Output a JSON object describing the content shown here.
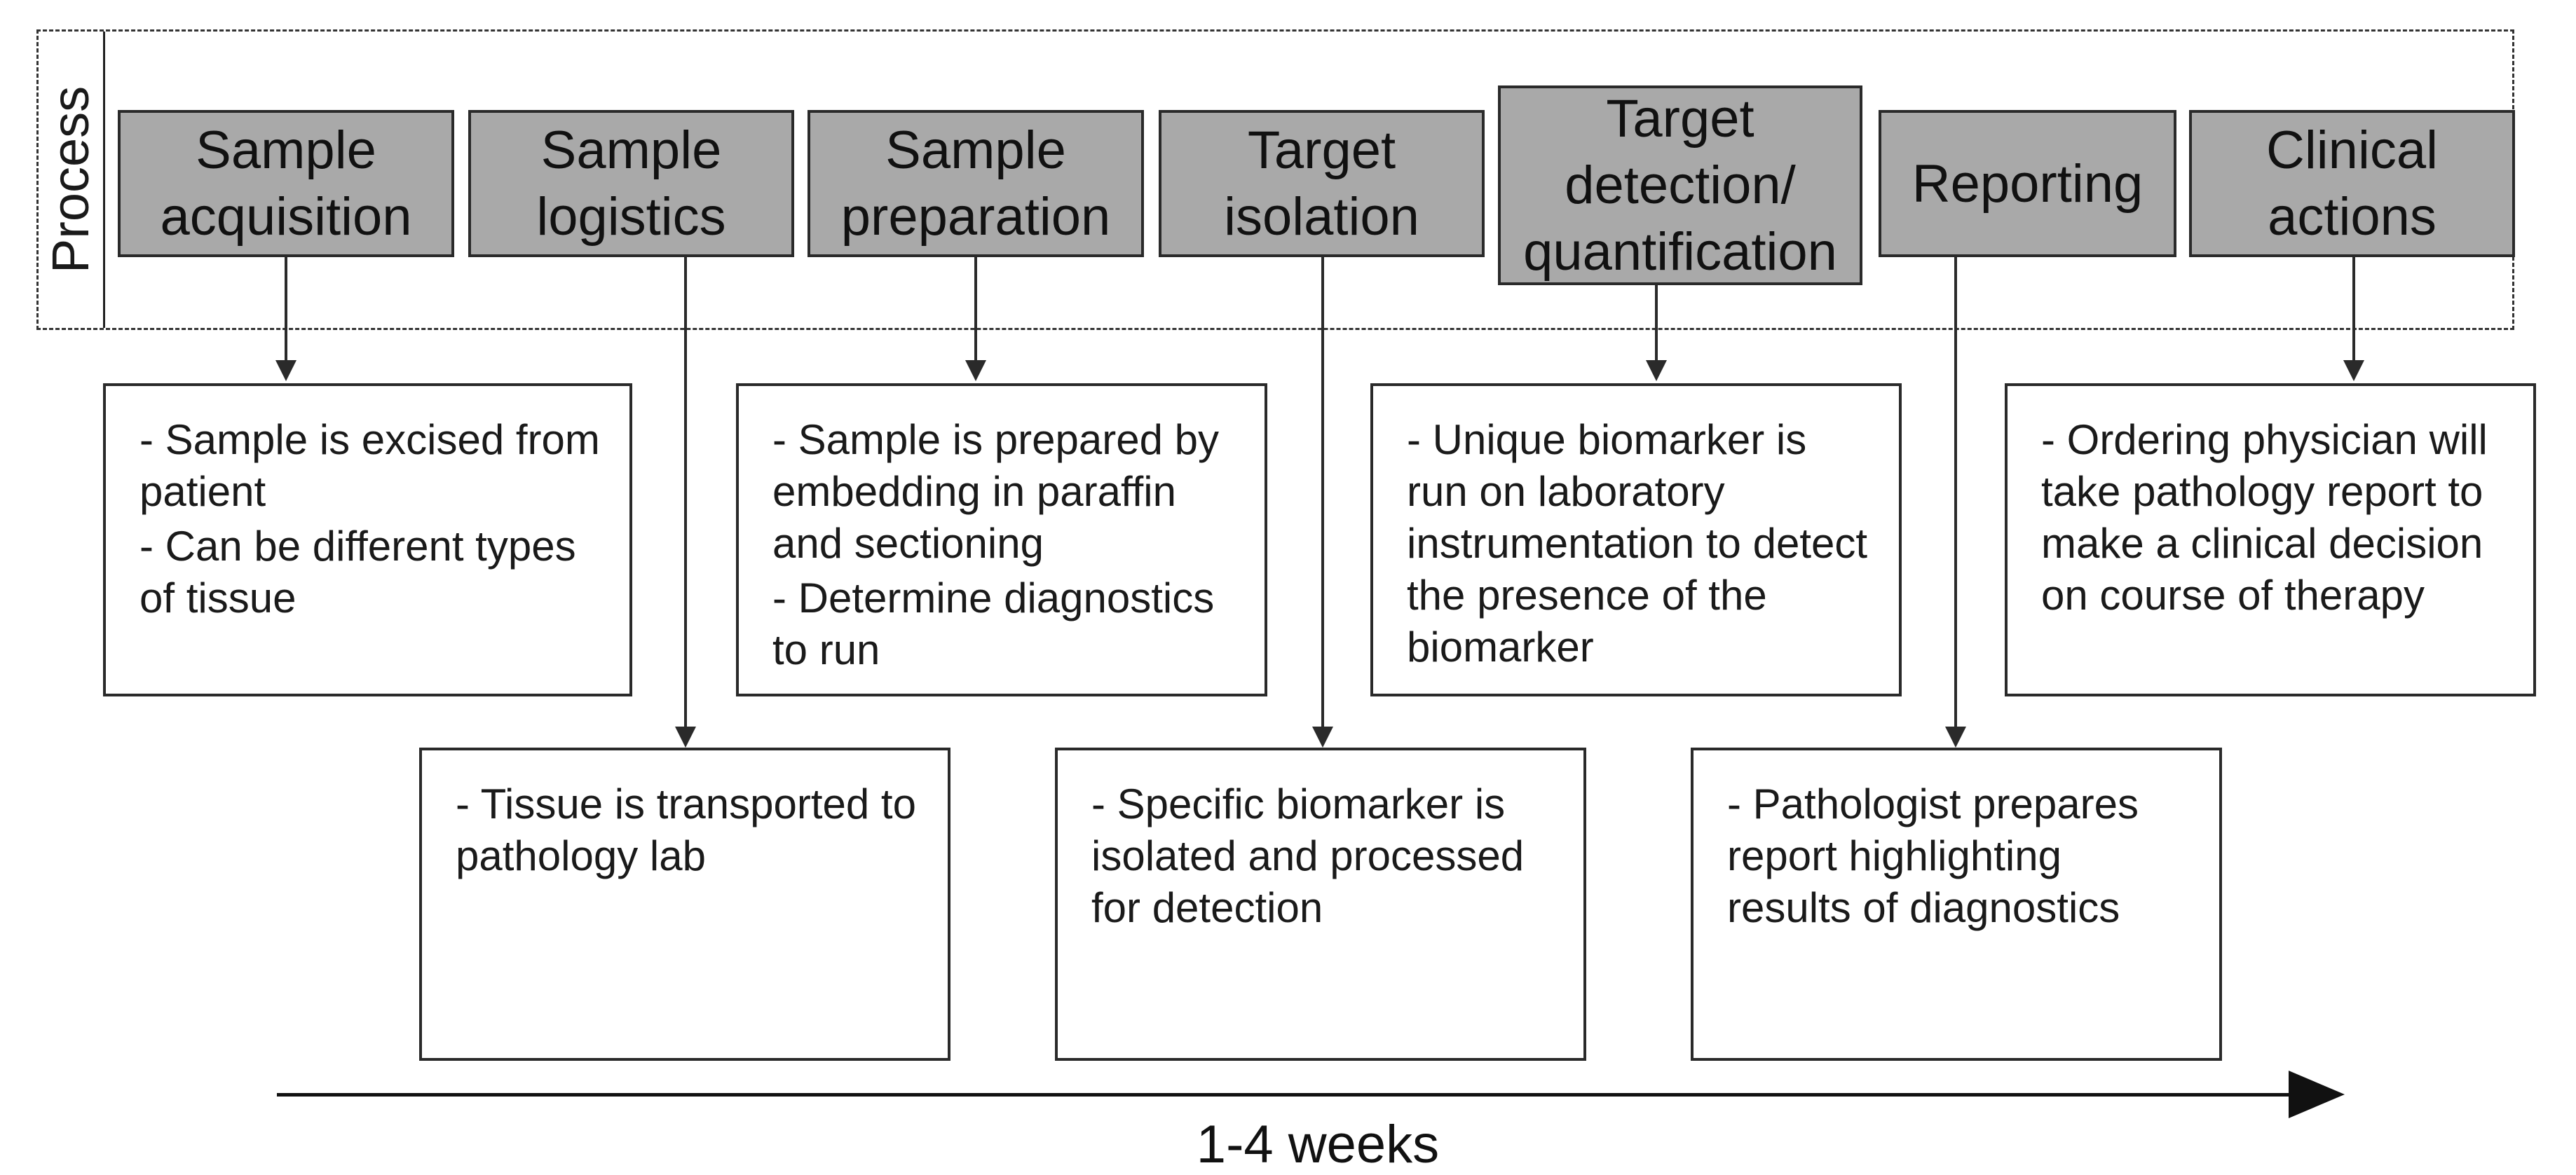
{
  "process_label": "Process",
  "steps": [
    {
      "title": "Sample acquisition",
      "notes": [
        "- Sample is excised from patient",
        "- Can be different types of tissue"
      ]
    },
    {
      "title": "Sample logistics",
      "notes": [
        "- Tissue is transported to pathology lab"
      ]
    },
    {
      "title": "Sample preparation",
      "notes": [
        "- Sample is prepared by embedding in paraffin and sectioning",
        "- Determine diagnostics to run"
      ]
    },
    {
      "title": "Target isolation",
      "notes": [
        "- Specific biomarker is isolated and processed for detection"
      ]
    },
    {
      "title": "Target detection/ quantification",
      "notes": [
        "- Unique biomarker is run on laboratory instrumentation to detect the presence of the biomarker"
      ]
    },
    {
      "title": "Reporting",
      "notes": [
        "- Pathologist prepares report highlighting results of diagnostics"
      ]
    },
    {
      "title": "Clinical actions",
      "notes": [
        "- Ordering physician will take pathology report to make a clinical decision on course of therapy"
      ]
    }
  ],
  "timeline_label": "1-4 weeks",
  "colors": {
    "step_fill": "#a9a9a9",
    "border": "#2a2a2a",
    "background": "#ffffff"
  }
}
